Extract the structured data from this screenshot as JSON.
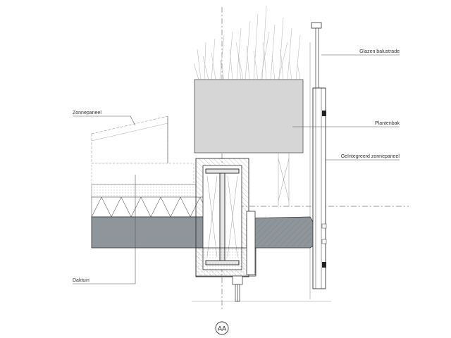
{
  "labels": {
    "zonnepaneel": "Zonnepaneel",
    "daktuin": "Daktuin",
    "glazen_balustrade": "Glazen balustrade",
    "plantenbak": "Plantenbak",
    "geintegreerd_zonnepaneel": "Geïntegreerd zonnepaneel"
  },
  "section_tag": "AA",
  "colors": {
    "line": "#333333",
    "concrete": "#8e969b",
    "planter": "#d6d6d6",
    "light_gray": "#e6e6e6",
    "insulation": "#f4f4f4"
  }
}
